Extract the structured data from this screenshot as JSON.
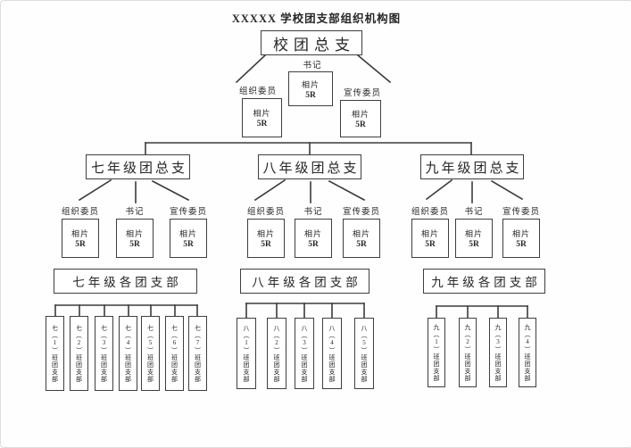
{
  "title": "XXXXX 学校团支部组织机构图",
  "photo_card": {
    "line1": "相片",
    "line2": "5R"
  },
  "roles": {
    "secretary": "书记",
    "organizer": "组织委员",
    "publicity": "宣传委员"
  },
  "root": {
    "label": "校团总支"
  },
  "grades": [
    {
      "committee": "七年级团总支",
      "branches_header": "七年级各团支部",
      "branches": [
        "七（1）班团支部",
        "七（2）班团支部",
        "七（3）班团支部",
        "七（4）班团支部",
        "七（5）班团支部",
        "七（6）班团支部",
        "七（7）班团支部"
      ]
    },
    {
      "committee": "八年级团总支",
      "branches_header": "八年级各团支部",
      "branches": [
        "八（1）班团支部",
        "八（2）班团支部",
        "八（3）班团支部",
        "八（4）班团支部",
        "八（5）班团支部"
      ]
    },
    {
      "committee": "九年级团总支",
      "branches_header": "九年级各团支部",
      "branches": [
        "九（1）班团支部",
        "九（2）班团支部",
        "九（3）班团支部",
        "九（4）班团支部"
      ]
    }
  ],
  "colors": {
    "line": "#3b3b3b",
    "box_border": "#3f3f3f",
    "text": "#262626",
    "background": "#ffffff"
  }
}
